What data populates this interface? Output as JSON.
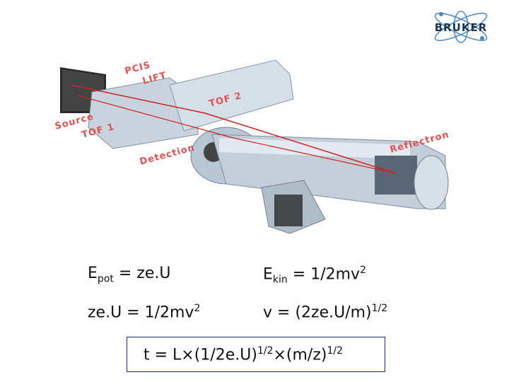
{
  "logo": {
    "text": "BRUKER",
    "icon": "atom-icon"
  },
  "diagram": {
    "labels": {
      "pcis": "PCIS",
      "lift": "LIFT",
      "tof2": "TOF 2",
      "source": "Source",
      "tof1": "TOF 1",
      "reflectron": "Reflectron",
      "detection": "Detection"
    },
    "colors": {
      "label": "#e05050",
      "beam": "#cc2222",
      "tube": "#b9c6d3",
      "tube_dark": "#7d8fa3"
    }
  },
  "equations": {
    "epot": {
      "main": "E",
      "sub": "pot",
      "rest": " = ze.U"
    },
    "ekin": {
      "main": "E",
      "sub": "kin",
      "rest": " = 1/2mv",
      "sup": "2"
    },
    "energy_balance": {
      "text": "ze.U = 1/2mv",
      "sup": "2"
    },
    "velocity": {
      "text": "v =  (2ze.U/m)",
      "sup": "1/2"
    },
    "time": {
      "t": "t =  L×(1/2e.U)",
      "sup1": "1/2",
      "mid": "×(m/z)",
      "sup2": "1/2"
    }
  }
}
